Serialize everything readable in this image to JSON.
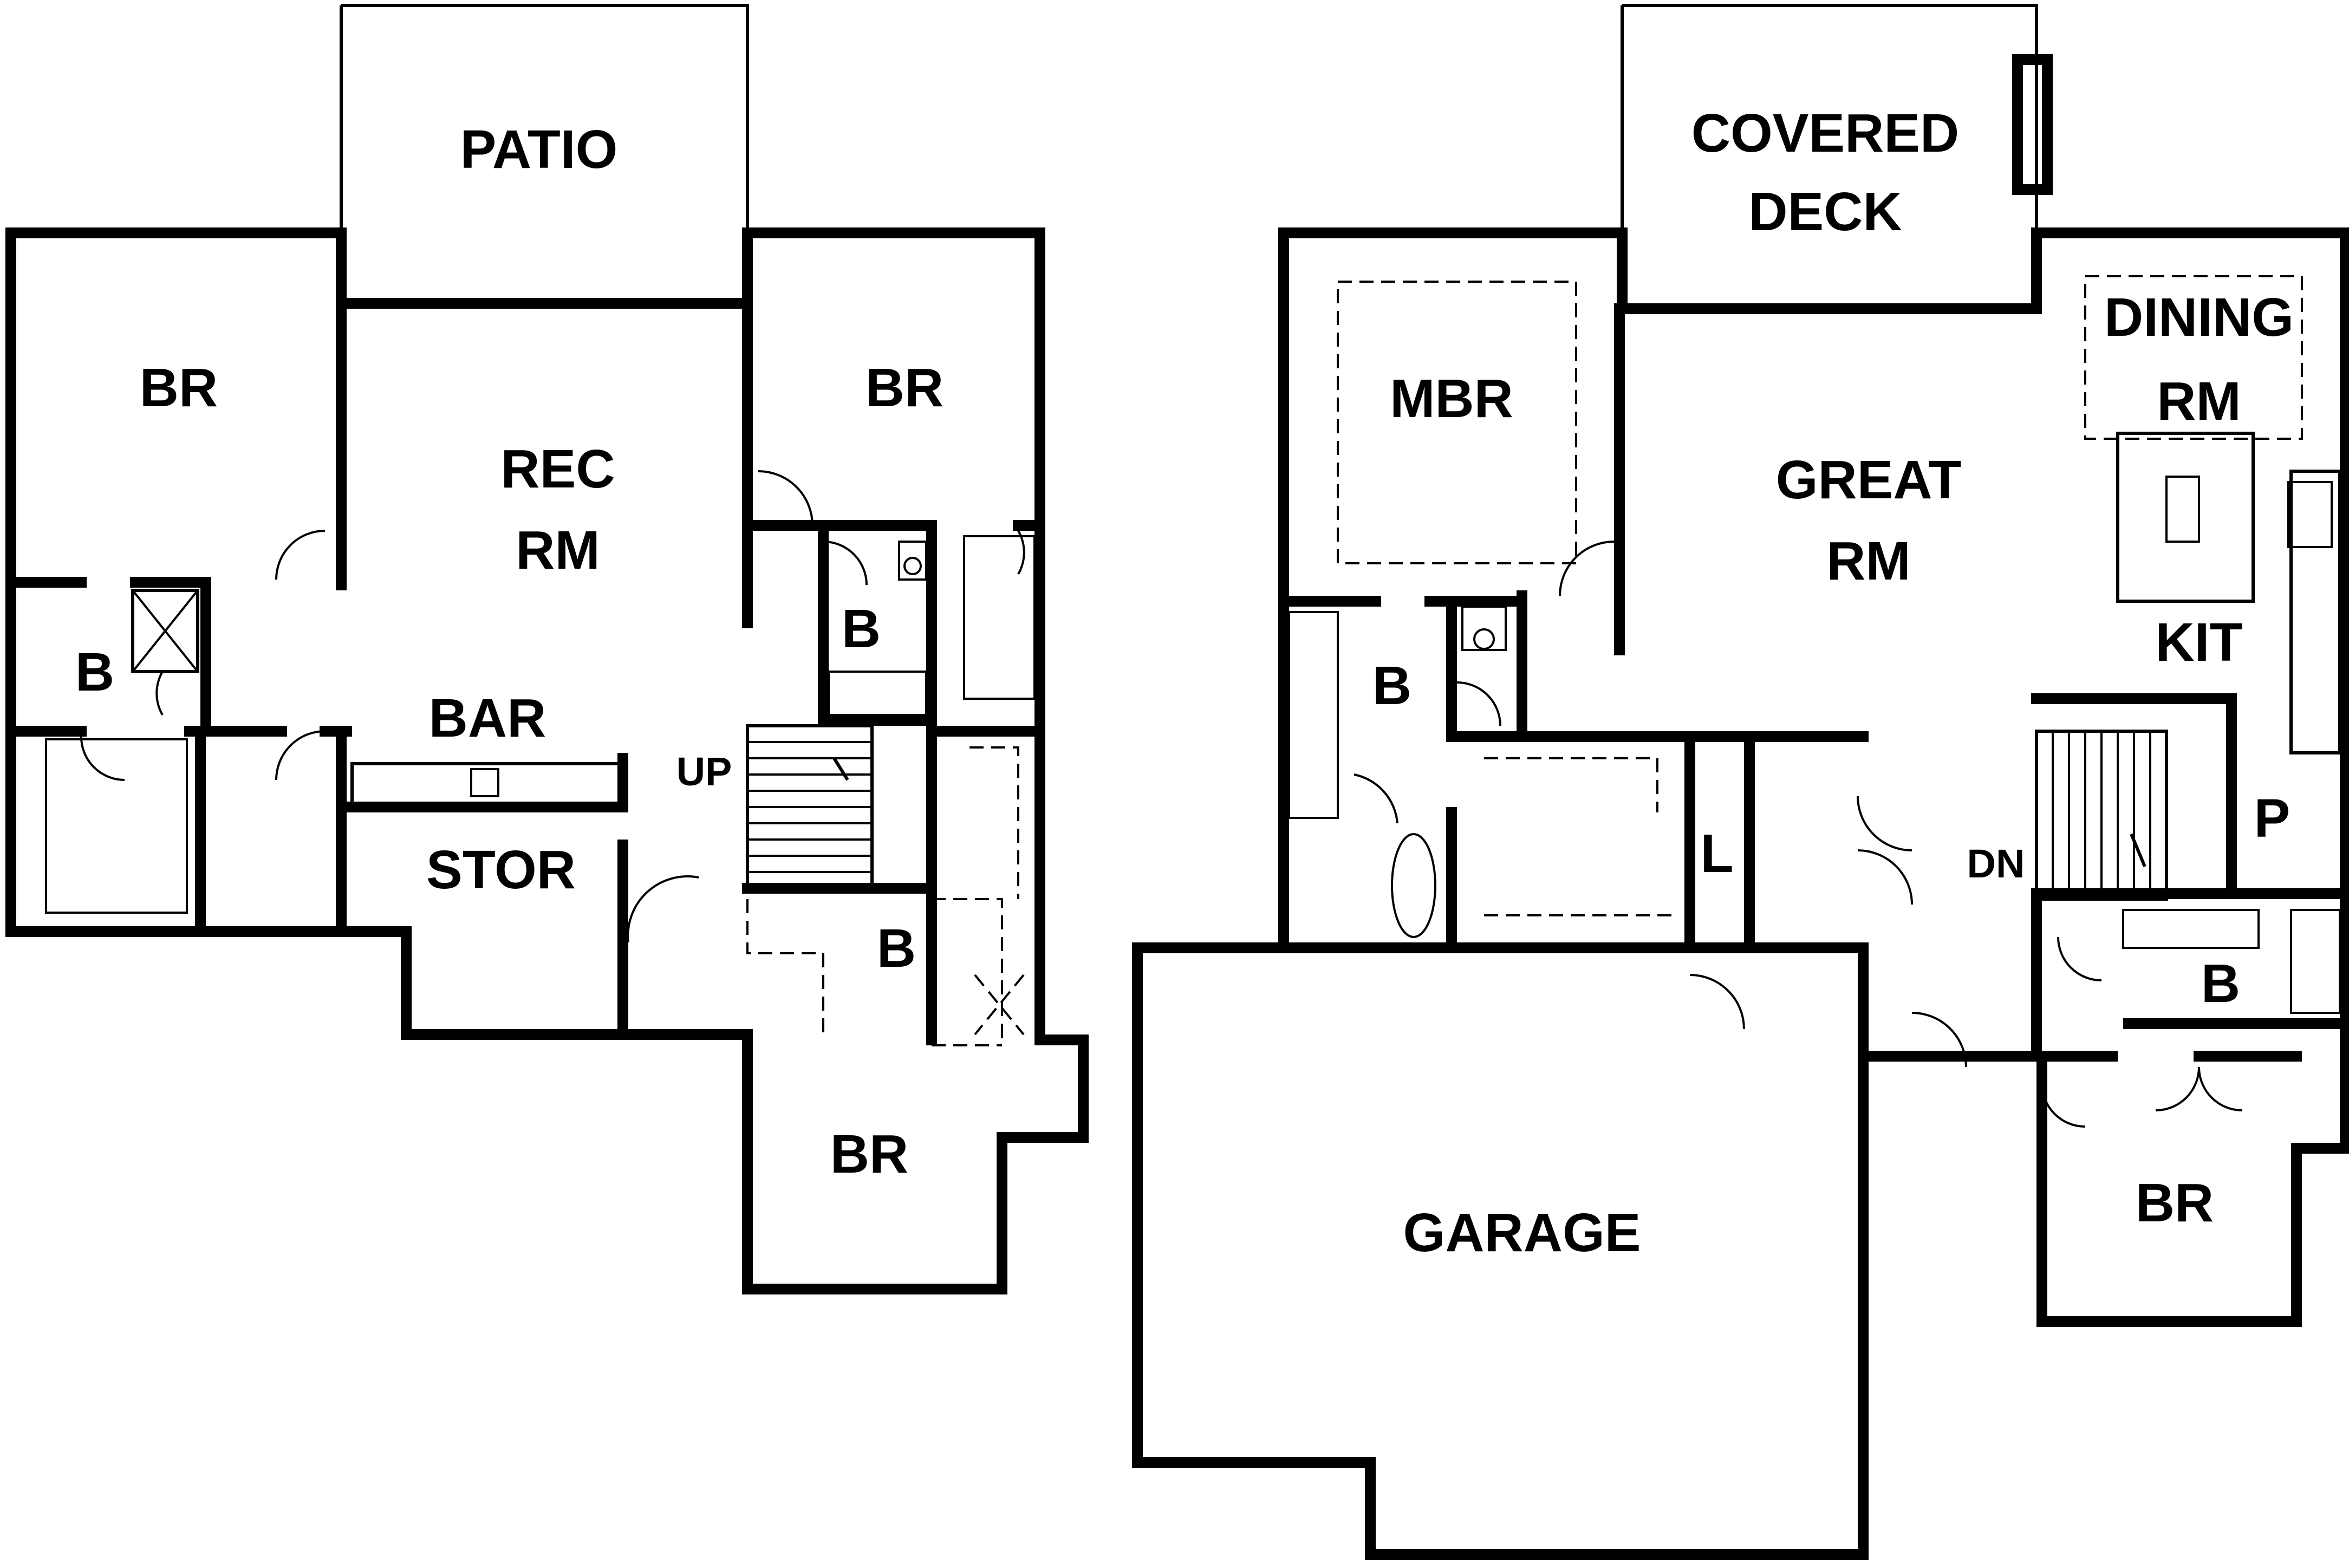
{
  "lower_level": {
    "patio": "PATIO",
    "bedroom_left": "BR",
    "bedroom_right": "BR",
    "bedroom_bottom": "BR",
    "rec_room_line1": "REC",
    "rec_room_line2": "RM",
    "bath_left": "B",
    "bath_upper_right": "B",
    "bath_lower": "B",
    "bar": "BAR",
    "storage": "STOR",
    "stairs_up": "UP"
  },
  "main_level": {
    "covered_deck_line1": "COVERED",
    "covered_deck_line2": "DECK",
    "master_bedroom": "MBR",
    "great_room_line1": "GREAT",
    "great_room_line2": "RM",
    "dining_room_line1": "DINING",
    "dining_room_line2": "RM",
    "kitchen": "KIT",
    "master_bath": "B",
    "laundry": "L",
    "pantry": "P",
    "stairs_down": "DN",
    "bath_right": "B",
    "bedroom": "BR",
    "garage": "GARAGE"
  }
}
